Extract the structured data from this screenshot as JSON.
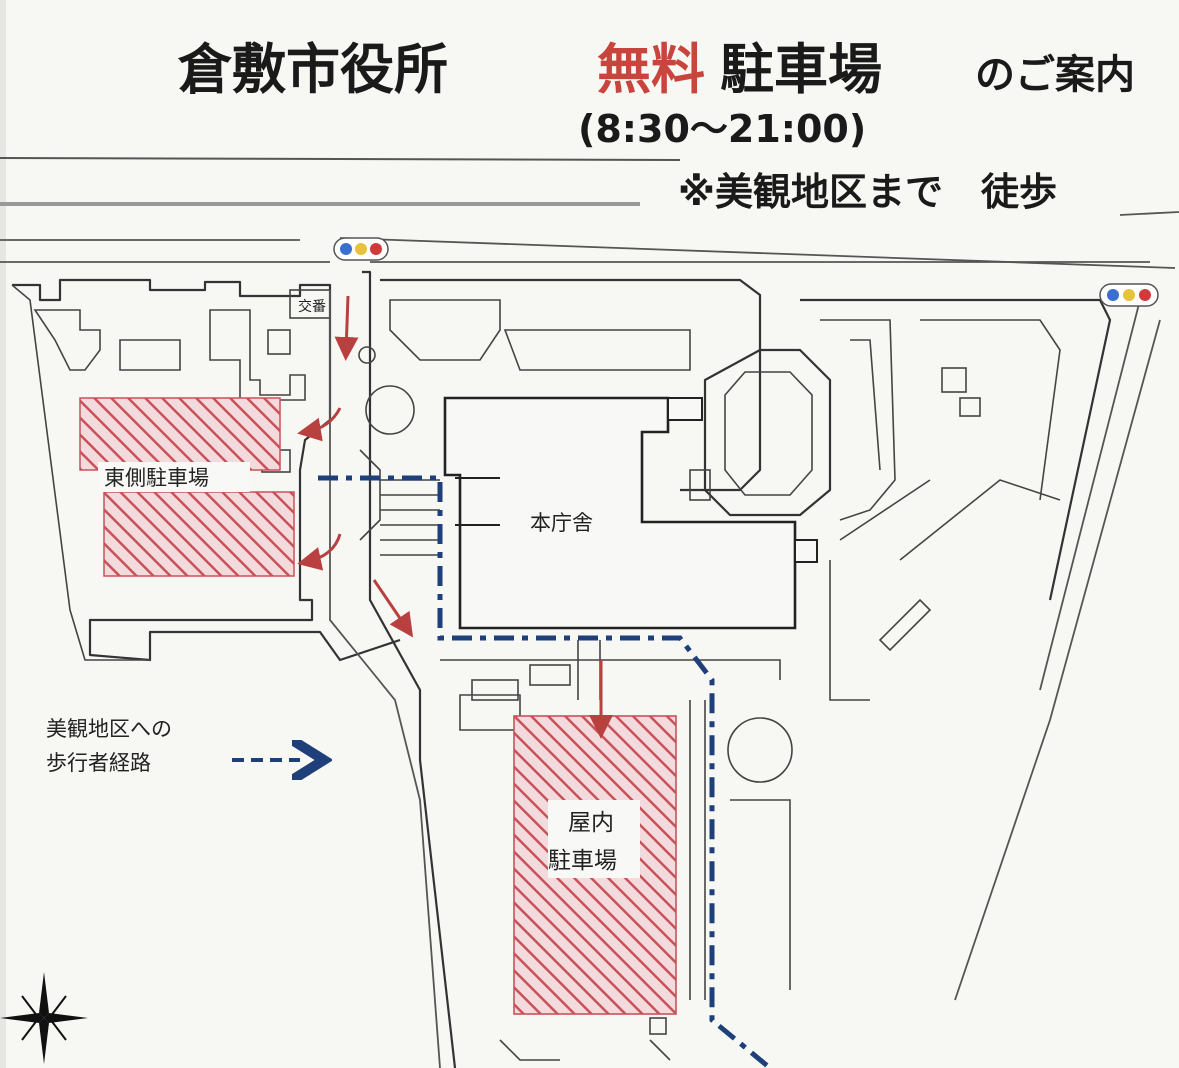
{
  "title": {
    "prefix": "倉敷市役所",
    "highlight": "無料",
    "main": "駐車場",
    "suffix": "のご案内"
  },
  "hours": "(8:30〜21:00)",
  "note": "※美観地区まで　徒歩",
  "map": {
    "labels": {
      "east_parking": "東側駐車場",
      "main_building": "本庁舎",
      "indoor_parking_line1": "屋内",
      "indoor_parking_line2": "駐車場",
      "police_box": "交番"
    },
    "legend": {
      "line1": "美観地区への",
      "line2": "歩行者経路"
    },
    "colors": {
      "parking_hatch": "#c9525a",
      "parking_fill": "#f3dadd",
      "route": "#1f3f7a",
      "arrow": "#b8413f",
      "title_accent": "#c8453e",
      "signal_red": "#d23a3a",
      "signal_yellow": "#e8c23a",
      "signal_blue": "#3a6fd2"
    },
    "icons": [
      "traffic-signal-icon",
      "compass-rose-icon",
      "direction-arrow-icon"
    ]
  }
}
